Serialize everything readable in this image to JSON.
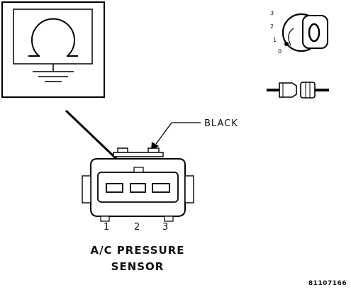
{
  "ohmmeter": {
    "symbol_icon": "ohm-omega-icon",
    "ground_icon": "ground-symbol-icon"
  },
  "ignition_switch": {
    "icon": "ignition-key-icon",
    "positions": [
      "3",
      "2",
      "1",
      "0"
    ]
  },
  "connector_icon": {
    "icon": "disconnected-connector-icon"
  },
  "sensor_connector": {
    "color_label": "BLACK",
    "pins": [
      "1",
      "2",
      "3"
    ],
    "title_line1": "A/C PRESSURE",
    "title_line2": "SENSOR"
  },
  "figure_id": "81107166"
}
